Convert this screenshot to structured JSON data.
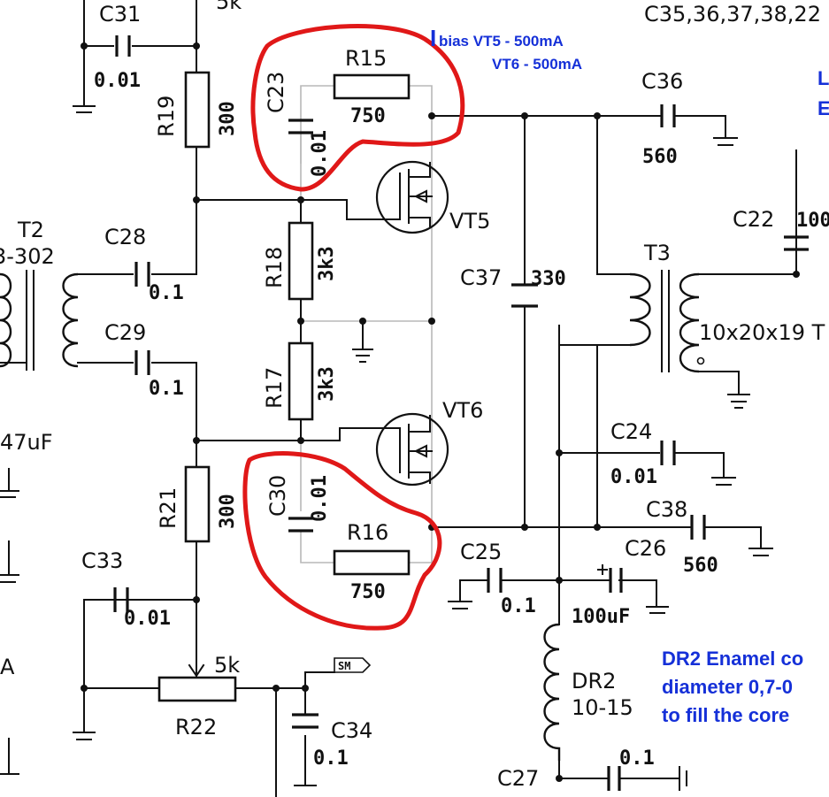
{
  "components": {
    "c31": {
      "ref": "C31",
      "value": "0.01"
    },
    "r19": {
      "ref": "R19",
      "value": "300"
    },
    "c23": {
      "ref": "C23",
      "value": "0.01"
    },
    "r15": {
      "ref": "R15",
      "value": "750"
    },
    "c36": {
      "ref": "C36",
      "value": "560"
    },
    "t2": {
      "ref": "T2",
      "value": "3-302"
    },
    "c28": {
      "ref": "C28",
      "value": "0.1"
    },
    "c29": {
      "ref": "C29",
      "value": "0.1"
    },
    "r18": {
      "ref": "R18",
      "value": "3k3"
    },
    "r17": {
      "ref": "R17",
      "value": "3k3"
    },
    "vt5": {
      "ref": "VT5"
    },
    "vt6": {
      "ref": "VT6"
    },
    "c37": {
      "ref": "C37",
      "value": "330"
    },
    "t3": {
      "ref": "T3",
      "value": "10x20x19 T"
    },
    "c22": {
      "ref": "C22",
      "value": "100"
    },
    "c24": {
      "ref": "C24",
      "value": "0.01"
    },
    "c38": {
      "ref": "C38",
      "value": "560"
    },
    "r21": {
      "ref": "R21",
      "value": "300"
    },
    "c30": {
      "ref": "C30",
      "value": "0.01"
    },
    "r16": {
      "ref": "R16",
      "value": "750"
    },
    "c25": {
      "ref": "C25",
      "value": "0.1"
    },
    "c26": {
      "ref": "C26",
      "value": "100uF"
    },
    "c33": {
      "ref": "C33",
      "value": "0.01"
    },
    "r22": {
      "ref": "R22",
      "value": "5k"
    },
    "c34": {
      "ref": "C34",
      "value": "0.1"
    },
    "dr2": {
      "ref": "DR2",
      "value": "10-15"
    },
    "c27": {
      "ref": "C27",
      "value": "0.1"
    }
  },
  "fragments": {
    "top_cut": "5k",
    "cap_list": "C35,36,37,38,22",
    "left_cap": "47uF",
    "left_a": "A",
    "right_l": "L",
    "right_e": "E"
  },
  "signal_tag": "SM",
  "notes": {
    "bias_prefix": "I",
    "bias_line1": "bias VT5 - 500mA",
    "bias_line2": "VT6 - 500mA",
    "dr2_line1": "DR2 Enamel co",
    "dr2_line2": "diameter 0,7-0",
    "dr2_line3": "to fill the core"
  },
  "colors": {
    "annotation_blue": "#1530d8",
    "highlight_red": "#e01818",
    "wire": "#111111"
  }
}
